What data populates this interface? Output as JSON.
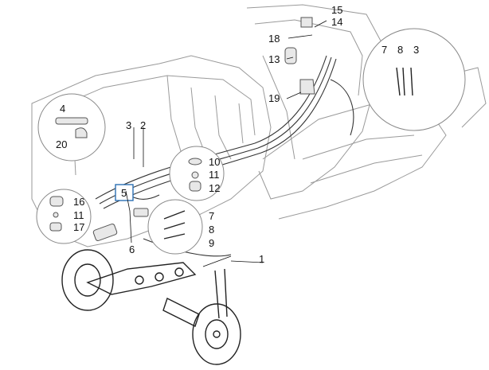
{
  "callouts": {
    "c1": "1",
    "c2": "2",
    "c3_left": "3",
    "c3_right": "3",
    "c4": "4",
    "c5": "5",
    "c6": "6",
    "c7_right": "7",
    "c7_mid": "7",
    "c8_right": "8",
    "c8_mid": "8",
    "c9": "9",
    "c10": "10",
    "c11_mid": "11",
    "c11_left": "11",
    "c12": "12",
    "c13": "13",
    "c14": "14",
    "c15": "15",
    "c16": "16",
    "c17": "17",
    "c18": "18",
    "c19": "19",
    "c20": "20"
  }
}
